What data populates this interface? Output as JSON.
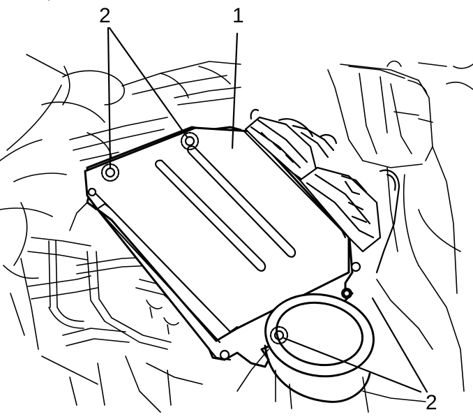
{
  "diagram": {
    "callouts": {
      "ecm_label": "1",
      "bolt_label_top": "2",
      "bolt_label_bottom": "2"
    },
    "parts": {
      "ecm": "engine-control-module",
      "bolt": "mounting-bolt"
    },
    "line_color": "#000000",
    "background": "#ffffff"
  }
}
